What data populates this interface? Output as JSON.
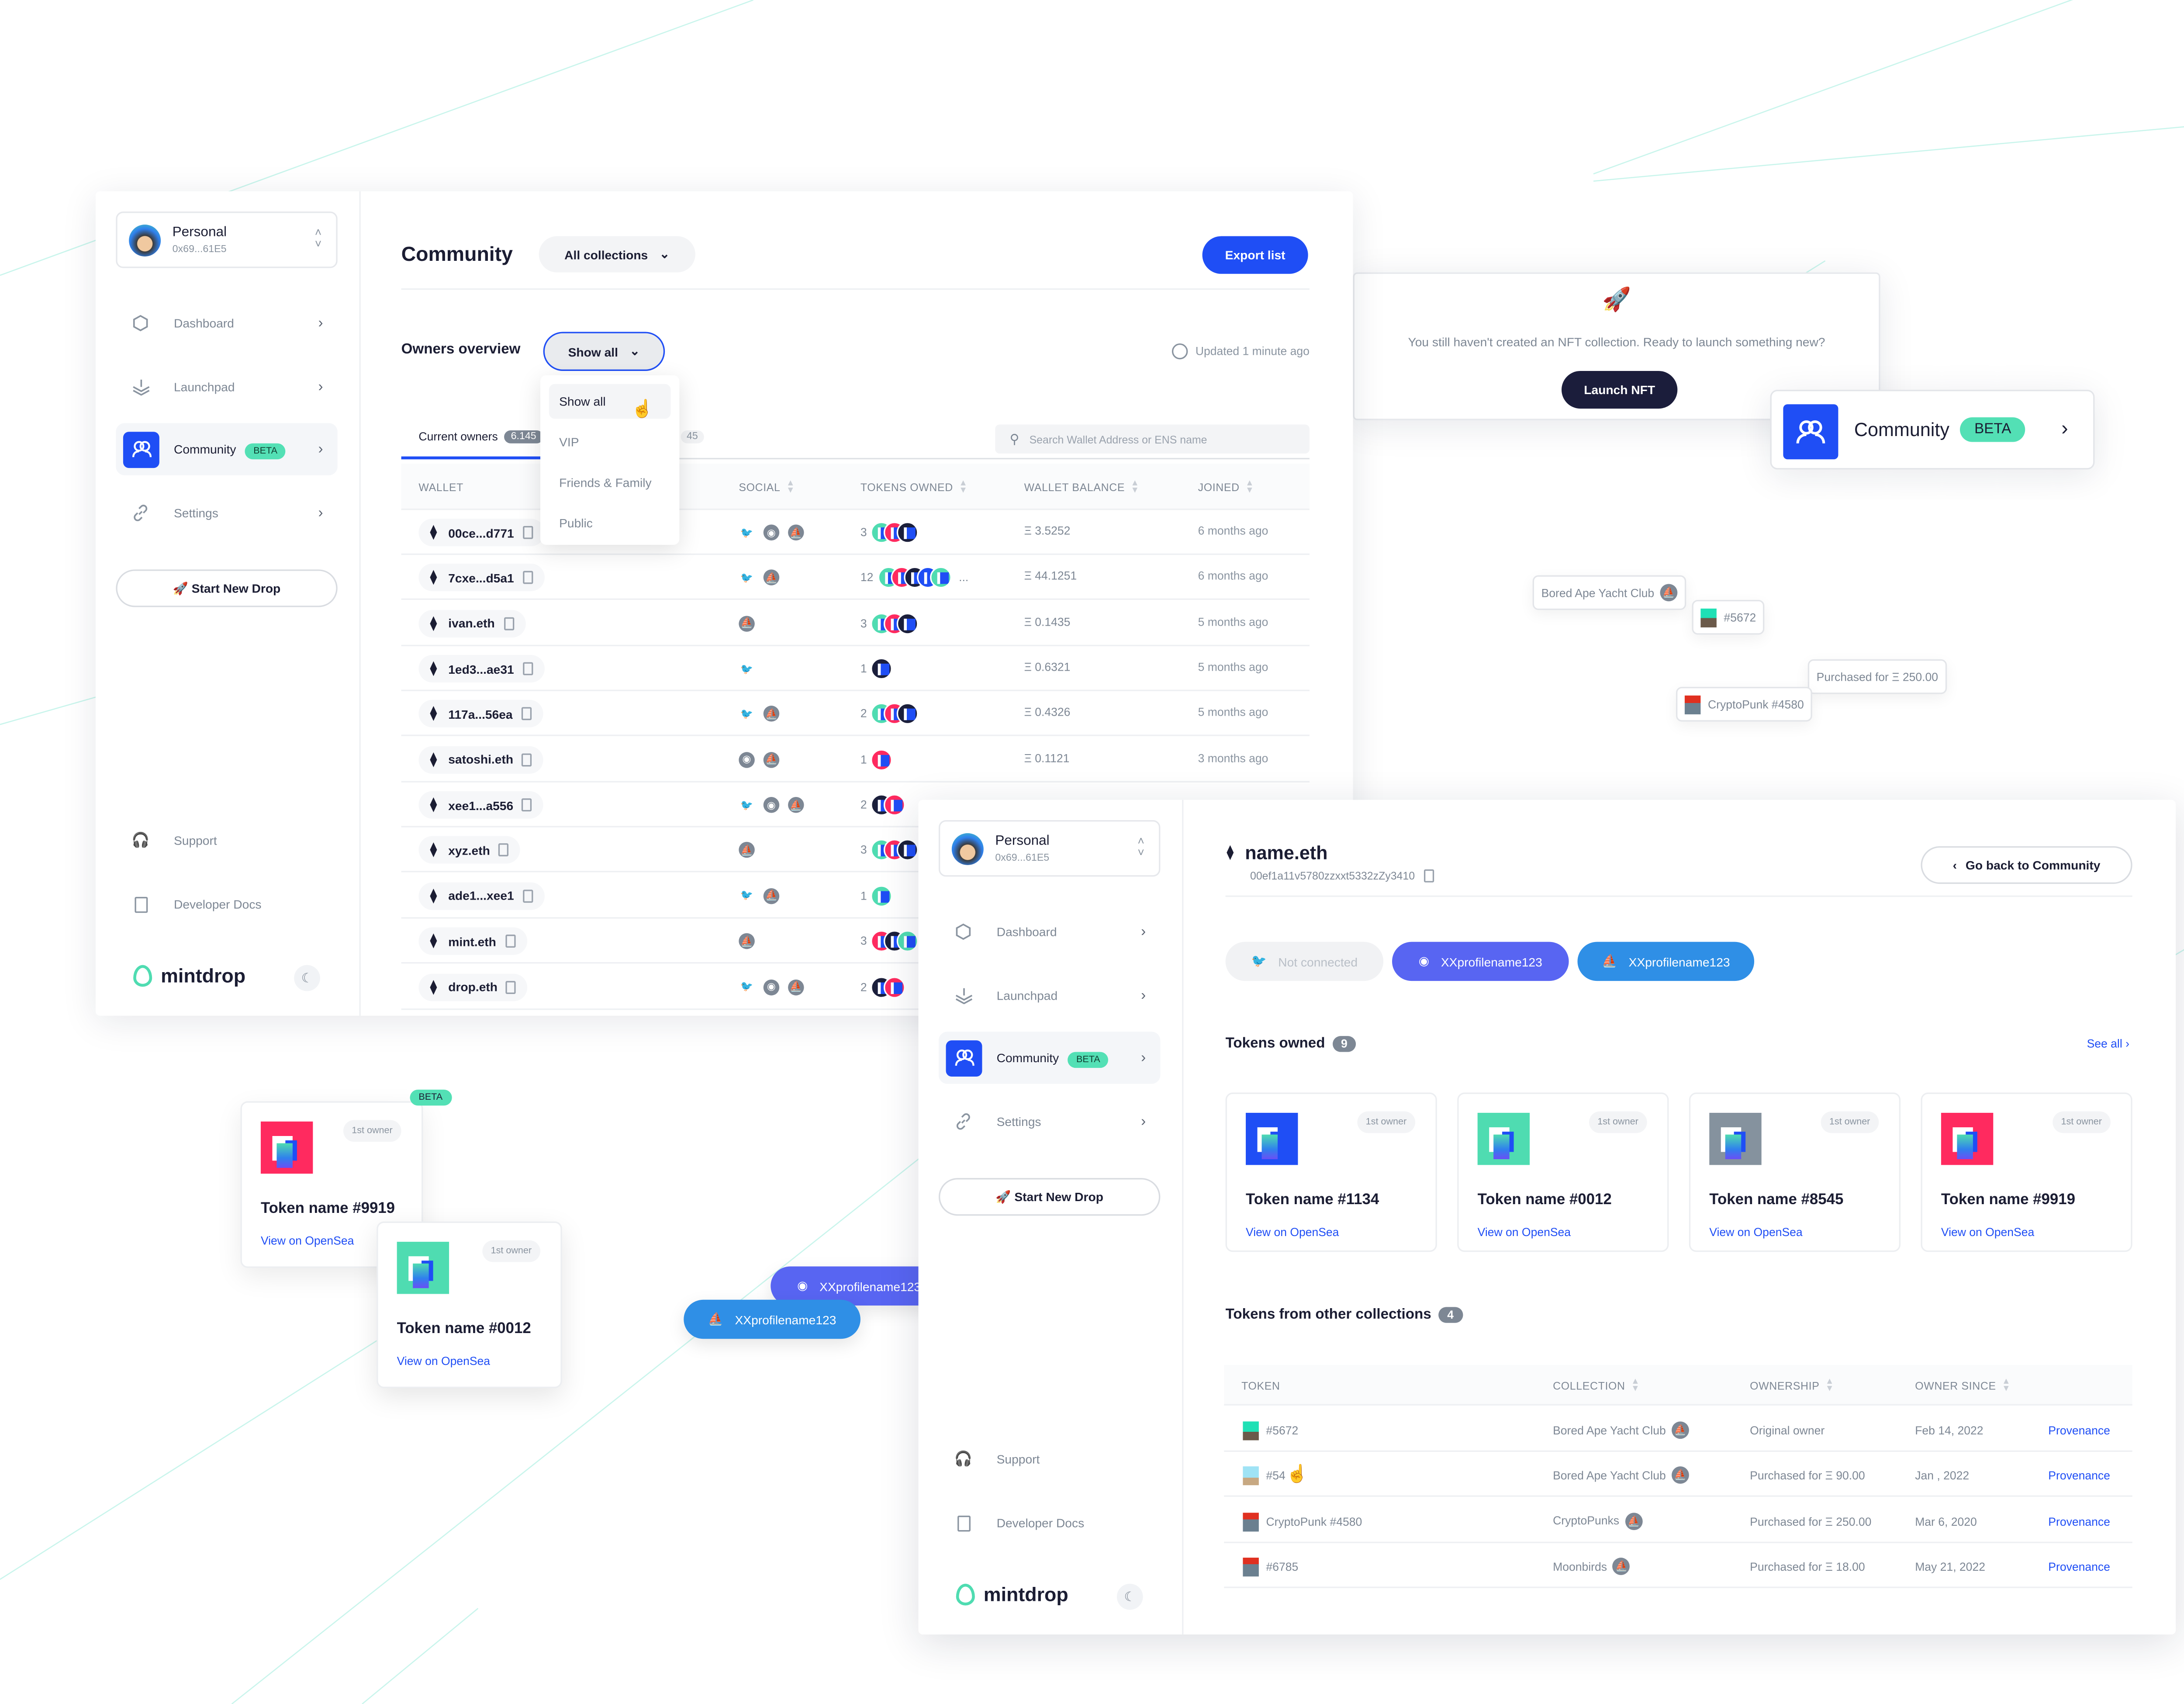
{
  "colors": {
    "accent": "#1f4ef5",
    "beta": "#53e0b5",
    "discord": "#5865f2",
    "opensea": "#2f8fe6",
    "dark": "#1b1d33",
    "token_teal": "#4fdcb1",
    "token_red": "#ff2a5f",
    "token_dark": "#1b1f3b",
    "token_blue": "#2f80ed",
    "token_gray": "#85929e"
  },
  "sidebar": {
    "account": {
      "name": "Personal",
      "address": "0x69...61E5"
    },
    "items": [
      {
        "label": "Dashboard",
        "icon": "dashboard-icon"
      },
      {
        "label": "Launchpad",
        "icon": "launchpad-icon"
      },
      {
        "label": "Community",
        "icon": "community-icon",
        "badge": "BETA",
        "active": true
      },
      {
        "label": "Settings",
        "icon": "link-icon"
      }
    ],
    "start_drop": "🚀 Start New Drop",
    "support": "Support",
    "docs": "Developer Docs",
    "brand": "mintdrop"
  },
  "community": {
    "title": "Community",
    "collection_filter": "All collections",
    "export": "Export list",
    "owners_overview": "Owners overview",
    "filter_selected": "Show all",
    "filter_options": [
      "Show all",
      "VIP",
      "Friends & Family",
      "Public"
    ],
    "updated": "Updated 1 minute ago",
    "tabs": [
      {
        "label": "Current owners",
        "count": "6.145"
      },
      {
        "label": "",
        "count": "45"
      }
    ],
    "search_placeholder": "Search Wallet Address or ENS name",
    "columns": [
      "Wallet",
      "Social",
      "Tokens owned",
      "Wallet balance",
      "Joined"
    ],
    "rows": [
      {
        "wallet": "00ce...d771",
        "social": [
          "twitter",
          "discord",
          "opensea"
        ],
        "tokens": "3",
        "coins": [
          "teal",
          "red",
          "dark"
        ],
        "balance": "Ξ 3.5252",
        "joined": "6 months ago"
      },
      {
        "wallet": "7cxe...d5a1",
        "social": [
          "twitter",
          "opensea"
        ],
        "tokens": "12",
        "coins": [
          "teal",
          "red",
          "dark",
          "blue",
          "teal"
        ],
        "more": "...",
        "balance": "Ξ 44.1251",
        "joined": "6 months ago"
      },
      {
        "wallet": "ivan.eth",
        "social": [
          "opensea"
        ],
        "tokens": "3",
        "coins": [
          "teal",
          "red",
          "dark"
        ],
        "balance": "Ξ 0.1435",
        "joined": "5 months ago"
      },
      {
        "wallet": "1ed3...ae31",
        "social": [
          "twitter"
        ],
        "tokens": "1",
        "coins": [
          "dark"
        ],
        "balance": "Ξ 0.6321",
        "joined": "5 months ago"
      },
      {
        "wallet": "117a...56ea",
        "social": [
          "twitter",
          "opensea"
        ],
        "tokens": "2",
        "coins": [
          "teal",
          "red",
          "dark"
        ],
        "balance": "Ξ 0.4326",
        "joined": "5 months ago"
      },
      {
        "wallet": "satoshi.eth",
        "social": [
          "discord",
          "opensea"
        ],
        "tokens": "1",
        "coins": [
          "red"
        ],
        "balance": "Ξ 0.1121",
        "joined": "3 months ago"
      },
      {
        "wallet": "xee1...a556",
        "social": [
          "twitter",
          "discord",
          "opensea"
        ],
        "tokens": "2",
        "coins": [
          "dark",
          "red"
        ]
      },
      {
        "wallet": "xyz.eth",
        "social": [
          "opensea"
        ],
        "tokens": "3",
        "coins": [
          "teal",
          "red",
          "dark"
        ]
      },
      {
        "wallet": "ade1...xee1",
        "social": [
          "twitter",
          "opensea"
        ],
        "tokens": "1",
        "coins": [
          "teal"
        ]
      },
      {
        "wallet": "mint.eth",
        "social": [
          "opensea"
        ],
        "tokens": "3",
        "coins": [
          "red",
          "dark",
          "teal"
        ]
      },
      {
        "wallet": "drop.eth",
        "social": [
          "twitter",
          "discord",
          "opensea"
        ],
        "tokens": "2",
        "coins": [
          "dark",
          "red"
        ]
      }
    ]
  },
  "launch_card": {
    "text": "You still haven't created an NFT collection. Ready to launch something new?",
    "button": "Launch NFT"
  },
  "floating": {
    "community_item": {
      "label": "Community",
      "badge": "BETA"
    },
    "chips": {
      "collection": "Bored Ape Yacht Club",
      "token": "#5672",
      "purchased": "Purchased for Ξ 250.00",
      "punk": "CryptoPunk #4580"
    },
    "cards": [
      {
        "name": "Token name #9919",
        "badge": "1st owner",
        "link": "View on OpenSea",
        "color": "red",
        "beta": "BETA"
      },
      {
        "name": "Token name #0012",
        "badge": "1st owner",
        "link": "View on OpenSea",
        "color": "teal"
      }
    ],
    "discord_pill": "XXprofilename123",
    "opensea_pill": "XXprofilename123"
  },
  "profile": {
    "name": "name.eth",
    "address": "00ef1a11v5780zzxxt5332zZy3410",
    "back": "Go back to Community",
    "socials": [
      {
        "type": "twitter",
        "label": "Not connected"
      },
      {
        "type": "discord",
        "label": "XXprofilename123"
      },
      {
        "type": "opensea",
        "label": "XXprofilename123"
      }
    ],
    "tokens_owned": {
      "title": "Tokens owned",
      "count": "9",
      "see_all": "See all"
    },
    "tokens": [
      {
        "name": "Token name #1134",
        "badge": "1st owner",
        "link": "View on OpenSea",
        "color": "blue"
      },
      {
        "name": "Token name #0012",
        "badge": "1st owner",
        "link": "View on OpenSea",
        "color": "teal"
      },
      {
        "name": "Token name #8545",
        "badge": "1st owner",
        "link": "View on OpenSea",
        "color": "gray"
      },
      {
        "name": "Token name #9919",
        "badge": "1st owner",
        "link": "View on OpenSea",
        "color": "red"
      }
    ],
    "other": {
      "title": "Tokens from other collections",
      "count": "4",
      "columns": [
        "Token",
        "Collection",
        "Ownership",
        "Owner since"
      ],
      "rows": [
        {
          "token": "#5672",
          "thumb": "ape-teal",
          "collection": "Bored Ape Yacht Club",
          "ownership": "Original owner",
          "since": "Feb 14, 2022",
          "link": "Provenance"
        },
        {
          "token": "#54",
          "thumb": "ape-blue",
          "collection": "Bored Ape Yacht Club",
          "ownership": "Purchased for Ξ 90.00",
          "since": "Jan , 2022",
          "link": "Provenance"
        },
        {
          "token": "CryptoPunk #4580",
          "thumb": "punk",
          "collection": "CryptoPunks",
          "ownership": "Purchased for Ξ 250.00",
          "since": "Mar 6, 2020",
          "link": "Provenance"
        },
        {
          "token": "#6785",
          "thumb": "punk",
          "collection": "Moonbirds",
          "ownership": "Purchased for Ξ 18.00",
          "since": "May 21, 2022",
          "link": "Provenance"
        }
      ]
    }
  }
}
